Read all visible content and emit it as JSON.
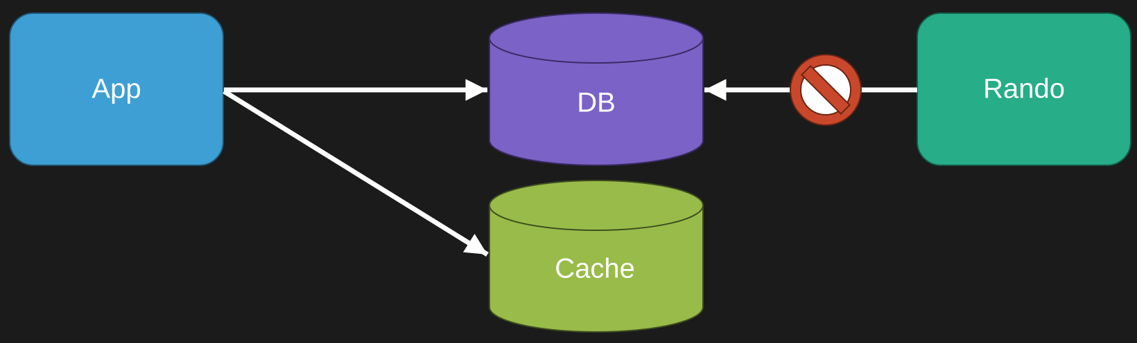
{
  "diagram": {
    "nodes": {
      "app": {
        "label": "App",
        "color": "#3d9fd3"
      },
      "db": {
        "label": "DB",
        "color": "#7b62c6"
      },
      "cache": {
        "label": "Cache",
        "color": "#99bb4a"
      },
      "rando": {
        "label": "Rando",
        "color": "#27ad88"
      }
    },
    "edges": [
      {
        "from": "App",
        "to": "DB",
        "blocked": false
      },
      {
        "from": "App",
        "to": "Cache",
        "blocked": false
      },
      {
        "from": "Rando",
        "to": "DB",
        "blocked": true
      }
    ],
    "blocked_icon": {
      "name": "prohibited-icon",
      "color": "#cc4a2c"
    },
    "background_color": "#1b1b1b"
  }
}
